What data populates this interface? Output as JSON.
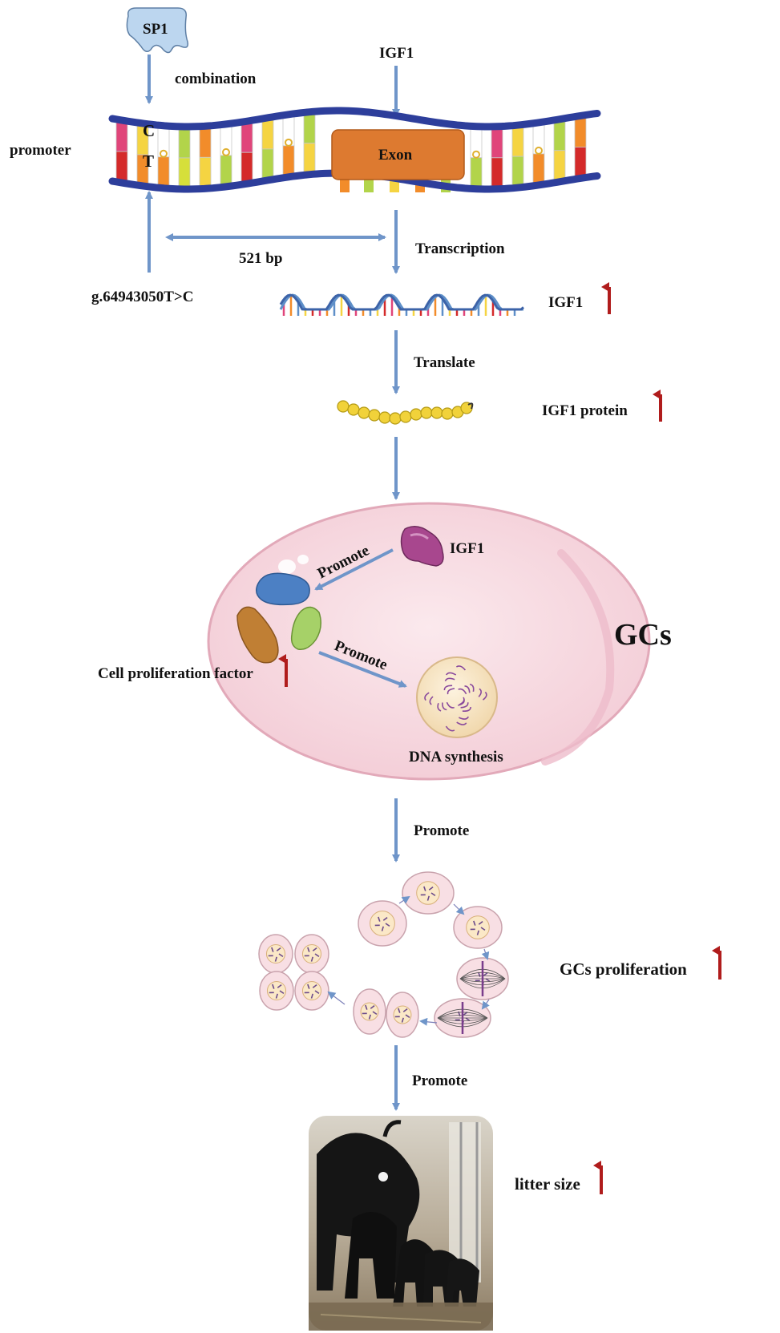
{
  "colors": {
    "arrow": "#6f95c9",
    "up_arrow": "#b01c1c",
    "cell_fill": "#f7dde3",
    "cell_edge": "#e2a9b9",
    "backbone": "#2d3e9b",
    "exon": "#dd7a30"
  },
  "labels": {
    "sp1": "SP1",
    "combination": "combination",
    "promoter": "promoter",
    "igf1_top": "IGF1",
    "exon": "Exon",
    "base_c": "C",
    "base_t": "T",
    "distance": "521 bp",
    "transcription": "Transcription",
    "snp": "g.64943050T>C",
    "igf1_mrna": "IGF1",
    "translate": "Translate",
    "igf1_protein": "IGF1 protein",
    "igf1_in_cell": "IGF1",
    "promote_1": "Promote",
    "promote_2": "Promote",
    "cell_prolif_factor": "Cell proliferation  factor",
    "gcs": "GCs",
    "dna_synthesis": "DNA synthesis",
    "promote_3": "Promote",
    "gcs_proliferation": "GCs proliferation",
    "promote_4": "Promote",
    "litter_size": "litter size"
  },
  "icons": {
    "transcription_factor": "sp1-protein-icon",
    "dna": "dna-double-helix-icon",
    "mrna": "mrna-strand-icon",
    "protein": "amino-acid-chain-icon",
    "nucleus": "nucleus-chromatin-icon",
    "cell_cycle": "cell-cycle-icon",
    "goats": "goat-litter-photo"
  }
}
